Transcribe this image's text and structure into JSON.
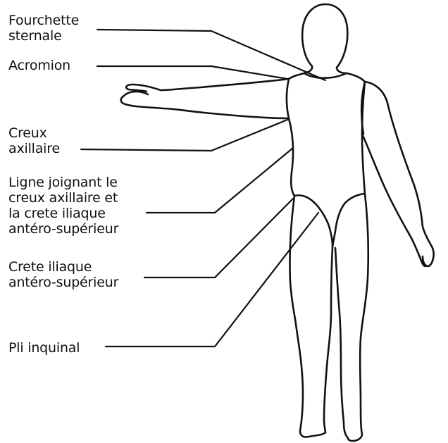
{
  "labels": {
    "fourchette": [
      "Fourchette",
      "sternale"
    ],
    "acromion": [
      "Acromion"
    ],
    "creux": [
      "Creux",
      "axillaire"
    ],
    "ligne": [
      "Ligne joignant le",
      "creux axillaire et",
      "la crete iliaque",
      "antéro-supérieur"
    ],
    "crete": [
      "Crete iliaque",
      "antéro-supérieur"
    ],
    "pli": [
      "Pli inquinal"
    ]
  },
  "colors": {
    "line": "#111111",
    "background": "#ffffff"
  }
}
